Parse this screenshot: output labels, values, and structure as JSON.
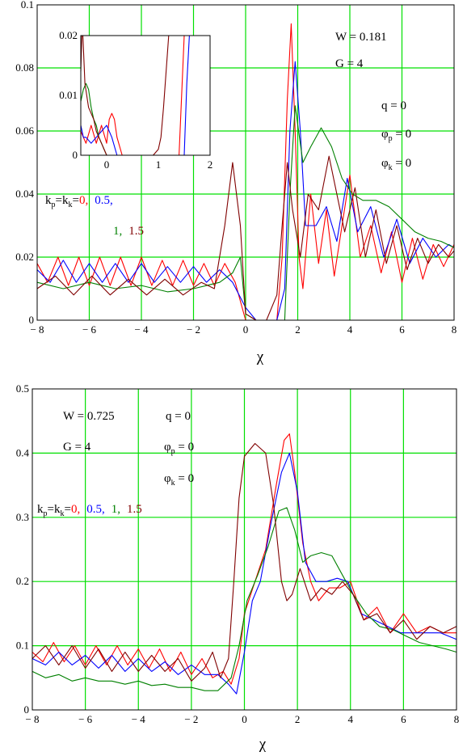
{
  "chart_data": [
    {
      "type": "line",
      "xlabel": "χ",
      "xlim": [
        -8,
        8
      ],
      "ylim": [
        0,
        0.1
      ],
      "x_ticks": [
        -8,
        -6,
        -4,
        -2,
        0,
        2,
        4,
        6,
        8
      ],
      "y_ticks": [
        0,
        0.02,
        0.04,
        0.06,
        0.08,
        0.1
      ],
      "x_tick_labels": [
        "− 8",
        "− 6",
        "− 4",
        "− 2",
        "0",
        "2",
        "4",
        "6",
        "8"
      ],
      "y_tick_labels": [
        "0",
        "0.02",
        "0.04",
        "0.06",
        "0.08",
        "0.1"
      ],
      "grid": true,
      "annotations": {
        "W": "W = 0.181",
        "G": "G = 4",
        "q": "q = 0",
        "phi_p": "φ",
        "phi_p_sub": "p",
        "phi_p_val": " = 0",
        "phi_k": "φ",
        "phi_k_sub": "k",
        "phi_k_val": " = 0"
      },
      "legend": {
        "prefix_a": "k",
        "sub_p": "p",
        "eq": "=k",
        "sub_k": "k",
        "eq2": "=",
        "labels": [
          "0,",
          "0.5,",
          "1,",
          "1.5"
        ]
      },
      "series": [
        {
          "color": "#ff0000",
          "x": [
            -8,
            -7.6,
            -7.2,
            -6.8,
            -6.4,
            -6,
            -5.6,
            -5.2,
            -4.8,
            -4.4,
            -4,
            -3.6,
            -3.2,
            -2.8,
            -2.4,
            -2,
            -1.6,
            -1.2,
            -0.8,
            -0.4,
            0,
            0.4,
            0.8,
            1.2,
            1.4,
            1.6,
            1.75,
            1.9,
            2.05,
            2.2,
            2.5,
            2.8,
            3.1,
            3.4,
            3.7,
            4,
            4.4,
            4.8,
            5.2,
            5.6,
            6,
            6.4,
            6.8,
            7.2,
            7.6,
            8
          ],
          "y": [
            0.018,
            0.012,
            0.02,
            0.011,
            0.02,
            0.011,
            0.02,
            0.011,
            0.02,
            0.011,
            0.02,
            0.011,
            0.019,
            0.011,
            0.019,
            0.011,
            0.018,
            0.011,
            0.018,
            0.012,
            0,
            0,
            0,
            0,
            0.02,
            0.07,
            0.094,
            0.06,
            0.02,
            0.01,
            0.04,
            0.018,
            0.035,
            0.014,
            0.03,
            0.046,
            0.02,
            0.03,
            0.015,
            0.028,
            0.012,
            0.026,
            0.013,
            0.024,
            0.017,
            0.024
          ]
        },
        {
          "color": "#0000ff",
          "x": [
            -8,
            -7.5,
            -7,
            -6.5,
            -6,
            -5.5,
            -5,
            -4.5,
            -4,
            -3.5,
            -3,
            -2.5,
            -2,
            -1.5,
            -1,
            -0.5,
            0,
            0.4,
            0.8,
            1.2,
            1.5,
            1.7,
            1.9,
            2.1,
            2.3,
            2.7,
            3.1,
            3.5,
            3.9,
            4.3,
            4.8,
            5.3,
            5.8,
            6.3,
            6.8,
            7.3,
            7.8,
            8
          ],
          "y": [
            0.016,
            0.012,
            0.019,
            0.012,
            0.018,
            0.012,
            0.018,
            0.012,
            0.018,
            0.012,
            0.017,
            0.012,
            0.017,
            0.012,
            0.016,
            0.012,
            0.004,
            0,
            0,
            0,
            0.01,
            0.06,
            0.082,
            0.06,
            0.03,
            0.03,
            0.036,
            0.025,
            0.045,
            0.028,
            0.036,
            0.02,
            0.032,
            0.018,
            0.026,
            0.02,
            0.024,
            0.023
          ]
        },
        {
          "color": "#008000",
          "x": [
            -8,
            -7,
            -6,
            -5,
            -4,
            -3,
            -2,
            -1,
            -0.5,
            -0.2,
            0,
            0.4,
            0.8,
            1.2,
            1.5,
            1.7,
            1.9,
            2.2,
            2.5,
            2.9,
            3.3,
            3.7,
            4.1,
            4.5,
            5,
            5.5,
            6,
            6.5,
            7,
            7.5,
            8
          ],
          "y": [
            0.012,
            0.01,
            0.012,
            0.01,
            0.011,
            0.009,
            0.01,
            0.012,
            0.015,
            0.02,
            0.002,
            0,
            0,
            0,
            0,
            0.04,
            0.068,
            0.05,
            0.055,
            0.061,
            0.055,
            0.045,
            0.04,
            0.038,
            0.038,
            0.036,
            0.032,
            0.028,
            0.026,
            0.025,
            0.023
          ]
        },
        {
          "color": "#800000",
          "x": [
            -8,
            -7.3,
            -6.6,
            -5.9,
            -5.2,
            -4.5,
            -3.8,
            -3.1,
            -2.4,
            -1.7,
            -1.2,
            -0.8,
            -0.5,
            -0.2,
            0,
            0.4,
            0.8,
            1.2,
            1.4,
            1.6,
            1.8,
            2.1,
            2.4,
            2.8,
            3.2,
            3.5,
            3.8,
            4.2,
            4.6,
            5,
            5.4,
            5.8,
            6.2,
            6.6,
            7,
            7.4,
            7.8,
            8
          ],
          "y": [
            0.01,
            0.014,
            0.008,
            0.014,
            0.008,
            0.013,
            0.008,
            0.013,
            0.008,
            0.012,
            0.01,
            0.03,
            0.05,
            0.03,
            0.002,
            0,
            0,
            0.008,
            0.03,
            0.05,
            0.035,
            0.02,
            0.04,
            0.035,
            0.052,
            0.04,
            0.028,
            0.042,
            0.02,
            0.035,
            0.018,
            0.03,
            0.016,
            0.026,
            0.018,
            0.024,
            0.02,
            0.022
          ]
        }
      ],
      "inset": {
        "xlim": [
          -0.5,
          2
        ],
        "ylim": [
          0,
          0.02
        ],
        "x_tick_labels": [
          "0",
          "1",
          "2"
        ],
        "y_tick_labels": [
          "0",
          "0.01",
          "0.02"
        ],
        "x_ticks": [
          0,
          1,
          2
        ],
        "y_ticks": [
          0,
          0.01,
          0.02
        ],
        "series": [
          {
            "color": "#ff0000",
            "x": [
              -0.5,
              -0.4,
              -0.3,
              -0.2,
              -0.1,
              0,
              0.05,
              0.1,
              0.15,
              0.2,
              0.3,
              0.5,
              1,
              1.3,
              1.4,
              1.45,
              1.5
            ],
            "y": [
              0.004,
              0.002,
              0.005,
              0.002,
              0.005,
              0.002,
              0.006,
              0.007,
              0.006,
              0.003,
              0,
              0,
              0,
              0,
              0,
              0.01,
              0.02
            ]
          },
          {
            "color": "#0000ff",
            "x": [
              -0.5,
              -0.45,
              -0.4,
              -0.3,
              -0.2,
              -0.1,
              0,
              0.05,
              0.1,
              0.2,
              0.5,
              1,
              1.4,
              1.5,
              1.55,
              1.6
            ],
            "y": [
              0.005,
              0.003,
              0.003,
              0.002,
              0.003,
              0.004,
              0.005,
              0.004,
              0.003,
              0,
              0,
              0,
              0,
              0,
              0.012,
              0.02
            ]
          },
          {
            "color": "#008000",
            "x": [
              -0.5,
              -0.45,
              -0.4,
              -0.35,
              -0.3,
              -0.25,
              -0.2,
              -0.15,
              -0.1,
              -0.05,
              0,
              0.1,
              0.5,
              1,
              1.5,
              2
            ],
            "y": [
              0.009,
              0.011,
              0.012,
              0.011,
              0.008,
              0.006,
              0.005,
              0.003,
              0.002,
              0.001,
              0,
              0,
              0,
              0,
              0,
              0
            ]
          },
          {
            "color": "#800000",
            "x": [
              -0.5,
              -0.48,
              -0.46,
              -0.42,
              -0.35,
              -0.3,
              -0.25,
              -0.2,
              -0.15,
              -0.1,
              -0.05,
              0,
              0.05,
              0.1,
              0.15,
              0.5,
              0.9,
              1.0,
              1.05,
              1.1,
              1.2,
              1.3
            ],
            "y": [
              0.014,
              0.02,
              0.02,
              0.012,
              0.008,
              0.007,
              0.006,
              0.004,
              0.003,
              0.002,
              0.001,
              0,
              0,
              0,
              0,
              0,
              0,
              0.001,
              0.003,
              0.008,
              0.02,
              0.02
            ]
          }
        ]
      }
    },
    {
      "type": "line",
      "xlabel": "χ",
      "xlim": [
        -8,
        8
      ],
      "ylim": [
        0,
        0.5
      ],
      "x_ticks": [
        -8,
        -6,
        -4,
        -2,
        0,
        2,
        4,
        6,
        8
      ],
      "y_ticks": [
        0,
        0.1,
        0.2,
        0.3,
        0.4,
        0.5
      ],
      "x_tick_labels": [
        "− 8",
        "− 6",
        "− 4",
        "− 2",
        "0",
        "2",
        "4",
        "6",
        "8"
      ],
      "y_tick_labels": [
        "0",
        "0.1",
        "0.2",
        "0.3",
        "0.4",
        "0.5"
      ],
      "grid": true,
      "annotations": {
        "W": "W = 0.725",
        "G": "G = 4",
        "q": "q = 0",
        "phi_p": "φ",
        "phi_p_sub": "p",
        "phi_p_val": " = 0",
        "phi_k": "φ",
        "phi_k_sub": "k",
        "phi_k_val": " = 0"
      },
      "legend": {
        "prefix_a": "k",
        "sub_p": "p",
        "eq": "=k",
        "sub_k": "k",
        "eq2": "=",
        "labels": [
          "0,",
          "0.5,",
          "1,",
          "1.5"
        ]
      },
      "series": [
        {
          "color": "#ff0000",
          "x": [
            -8,
            -7.6,
            -7.2,
            -6.8,
            -6.4,
            -6,
            -5.6,
            -5.2,
            -4.8,
            -4.4,
            -4,
            -3.6,
            -3.2,
            -2.8,
            -2.4,
            -2,
            -1.6,
            -1.2,
            -0.8,
            -0.5,
            -0.2,
            0,
            0.4,
            0.8,
            1.2,
            1.5,
            1.7,
            1.9,
            2.2,
            2.5,
            2.8,
            3.2,
            3.6,
            4,
            4.5,
            5,
            5.5,
            6,
            6.5,
            7,
            7.5,
            8
          ],
          "y": [
            0.09,
            0.075,
            0.105,
            0.075,
            0.1,
            0.07,
            0.1,
            0.07,
            0.1,
            0.07,
            0.095,
            0.065,
            0.095,
            0.06,
            0.09,
            0.055,
            0.08,
            0.05,
            0.06,
            0.04,
            0.08,
            0.15,
            0.2,
            0.25,
            0.35,
            0.42,
            0.43,
            0.37,
            0.26,
            0.2,
            0.17,
            0.19,
            0.19,
            0.2,
            0.14,
            0.16,
            0.12,
            0.15,
            0.12,
            0.13,
            0.12,
            0.12
          ]
        },
        {
          "color": "#0000ff",
          "x": [
            -8,
            -7.5,
            -7,
            -6.5,
            -6,
            -5.5,
            -5,
            -4.5,
            -4,
            -3.5,
            -3,
            -2.5,
            -2,
            -1.5,
            -1,
            -0.6,
            -0.3,
            0,
            0.3,
            0.6,
            1,
            1.4,
            1.7,
            2,
            2.3,
            2.7,
            3.1,
            3.5,
            3.9,
            4.4,
            4.9,
            5.4,
            5.9,
            6.4,
            6.9,
            7.4,
            8
          ],
          "y": [
            0.08,
            0.07,
            0.09,
            0.07,
            0.085,
            0.065,
            0.085,
            0.06,
            0.08,
            0.06,
            0.075,
            0.055,
            0.07,
            0.055,
            0.055,
            0.04,
            0.025,
            0.09,
            0.17,
            0.2,
            0.29,
            0.37,
            0.4,
            0.34,
            0.23,
            0.2,
            0.2,
            0.205,
            0.2,
            0.15,
            0.14,
            0.13,
            0.12,
            0.12,
            0.12,
            0.12,
            0.11
          ]
        },
        {
          "color": "#008000",
          "x": [
            -8,
            -7.5,
            -7,
            -6.5,
            -6,
            -5.5,
            -5,
            -4.5,
            -4,
            -3.5,
            -3,
            -2.5,
            -2,
            -1.5,
            -1,
            -0.5,
            -0.2,
            0.1,
            0.5,
            0.9,
            1.3,
            1.6,
            1.9,
            2.2,
            2.5,
            2.9,
            3.3,
            3.7,
            4.1,
            4.6,
            5.1,
            5.6,
            6.1,
            6.6,
            7.1,
            7.6,
            8
          ],
          "y": [
            0.06,
            0.05,
            0.055,
            0.045,
            0.05,
            0.045,
            0.045,
            0.04,
            0.045,
            0.038,
            0.04,
            0.035,
            0.035,
            0.03,
            0.03,
            0.05,
            0.1,
            0.17,
            0.21,
            0.255,
            0.31,
            0.315,
            0.28,
            0.23,
            0.24,
            0.245,
            0.24,
            0.21,
            0.18,
            0.15,
            0.13,
            0.125,
            0.115,
            0.105,
            0.1,
            0.095,
            0.09
          ]
        },
        {
          "color": "#800000",
          "x": [
            -8,
            -7.5,
            -7,
            -6.5,
            -6,
            -5.5,
            -5,
            -4.5,
            -4,
            -3.5,
            -3,
            -2.5,
            -2,
            -1.5,
            -1.2,
            -0.9,
            -0.6,
            -0.4,
            -0.2,
            0,
            0.4,
            0.8,
            1.1,
            1.4,
            1.6,
            1.8,
            2.1,
            2.5,
            2.9,
            3.3,
            3.7,
            4.1,
            4.5,
            5,
            5.5,
            6,
            6.5,
            7,
            7.5,
            8
          ],
          "y": [
            0.08,
            0.1,
            0.07,
            0.1,
            0.065,
            0.095,
            0.06,
            0.09,
            0.06,
            0.085,
            0.06,
            0.08,
            0.045,
            0.065,
            0.09,
            0.05,
            0.08,
            0.2,
            0.33,
            0.395,
            0.415,
            0.4,
            0.32,
            0.2,
            0.17,
            0.18,
            0.22,
            0.17,
            0.19,
            0.18,
            0.2,
            0.18,
            0.14,
            0.15,
            0.12,
            0.14,
            0.11,
            0.13,
            0.12,
            0.13
          ]
        }
      ]
    }
  ]
}
